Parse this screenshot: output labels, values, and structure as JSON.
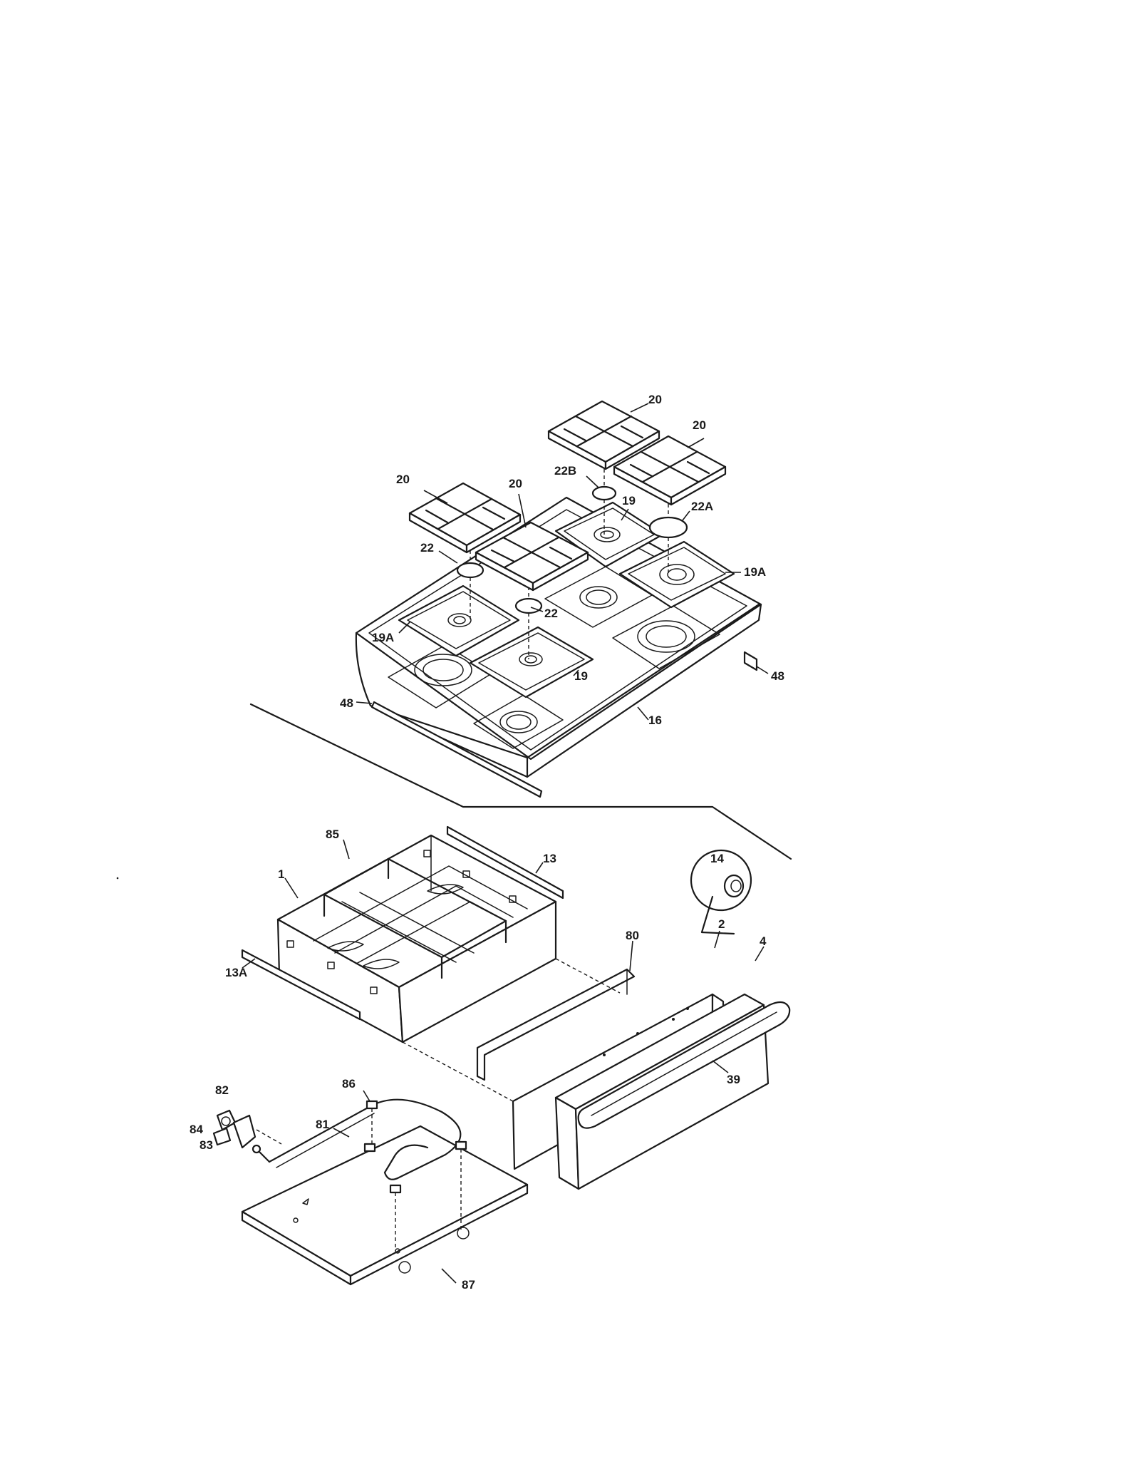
{
  "diagram": {
    "callouts": {
      "c20a": "20",
      "c20b": "20",
      "c20c": "20",
      "c20d": "20",
      "c22b": "22B",
      "c22a": "22A",
      "c19a_top": "19",
      "c19A_right": "19A",
      "c22_left": "22",
      "c22_mid": "22",
      "c19A_left": "19A",
      "c19_bottom": "19",
      "c48_right": "48",
      "c48_left": "48",
      "c16": "16",
      "c85": "85",
      "c1": "1",
      "c13": "13",
      "c13A": "13A",
      "c14": "14",
      "c80": "80",
      "c2": "2",
      "c4": "4",
      "c39": "39",
      "c82": "82",
      "c84": "84",
      "c83": "83",
      "c86": "86",
      "c81": "81",
      "c87": "87"
    }
  }
}
